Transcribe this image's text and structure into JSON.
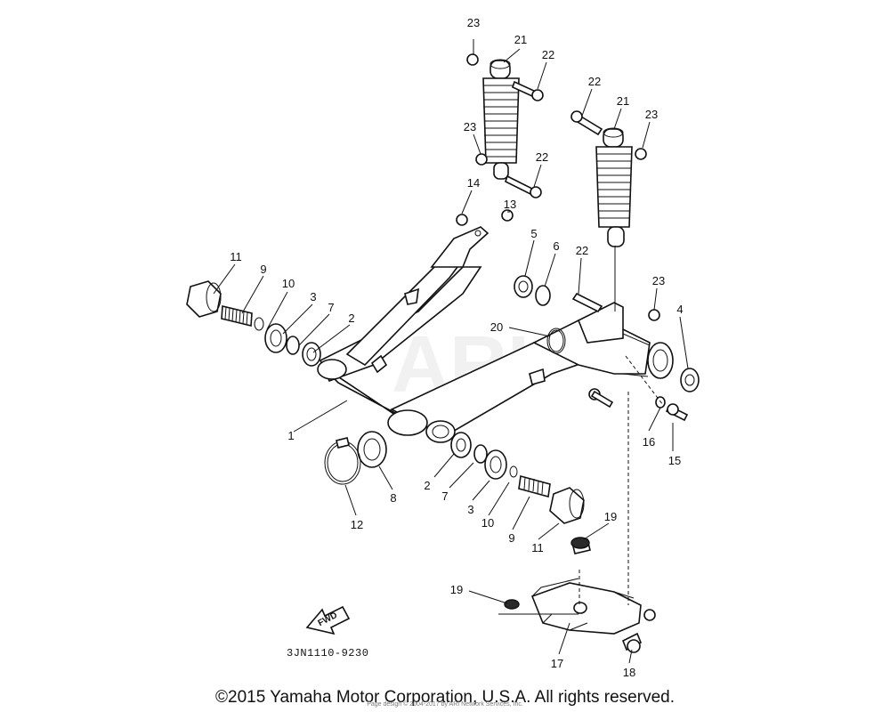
{
  "diagram": {
    "reference_code": "3JN1110-9230",
    "fwd_label": "FWD",
    "watermark": "ARI",
    "callout_numbers": {
      "c1": "1",
      "c2a": "2",
      "c2b": "2",
      "c3a": "3",
      "c3b": "3",
      "c4": "4",
      "c5": "5",
      "c6": "6",
      "c7a": "7",
      "c7b": "7",
      "c8": "8",
      "c9a": "9",
      "c9b": "9",
      "c10a": "10",
      "c10b": "10",
      "c11a": "11",
      "c11b": "11",
      "c12": "12",
      "c13": "13",
      "c14": "14",
      "c15": "15",
      "c16": "16",
      "c17": "17",
      "c18": "18",
      "c19a": "19",
      "c19b": "19",
      "c20": "20",
      "c21a": "21",
      "c21b": "21",
      "c22a": "22",
      "c22b": "22",
      "c22c": "22",
      "c22d": "22",
      "c23a": "23",
      "c23b": "23",
      "c23c": "23",
      "c23d": "23"
    }
  },
  "footer": {
    "copyright": "©2015 Yamaha Motor Corporation, U.S.A. All rights reserved.",
    "credit": "Page design © 2004-2017 by ARI Network Services, Inc."
  }
}
